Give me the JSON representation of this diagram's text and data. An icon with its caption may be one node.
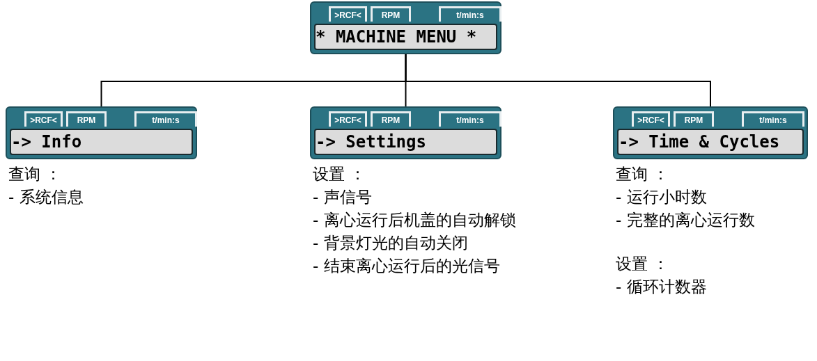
{
  "diagram": {
    "nodes": [
      {
        "text": [
          ">RCF<",
          "RPM",
          "t/min:s",
          "* MACHINE MENU *"
        ]
      },
      {
        "text": [
          ">RCF<",
          "RPM",
          "t/min:s",
          "-> Info"
        ],
        "beside": [
          "查询 ：",
          "- 系统信息"
        ]
      },
      {
        "text": [
          ">RCF<",
          "RPM",
          "t/min:s",
          "-> Settings"
        ],
        "beside": [
          "设置 ：",
          "- 声信号",
          "- 离心运行后机盖的自动解锁",
          "- 背景灯光的自动关闭",
          "- 结束离心运行后的光信号"
        ]
      },
      {
        "text": [
          ">RCF<",
          "RPM",
          "t/min:s",
          "-> Time & Cycles"
        ],
        "beside": [
          "查询 ：",
          "- 运行小时数",
          "- 完整的离心运行数",
          "设置 ：",
          "- 循环计数器"
        ]
      }
    ],
    "edges": [
      {
        "from": 0,
        "to": 1,
        "arrow": "none"
      },
      {
        "from": 0,
        "to": 2,
        "arrow": "none"
      },
      {
        "from": 0,
        "to": 3,
        "arrow": "none"
      }
    ]
  }
}
